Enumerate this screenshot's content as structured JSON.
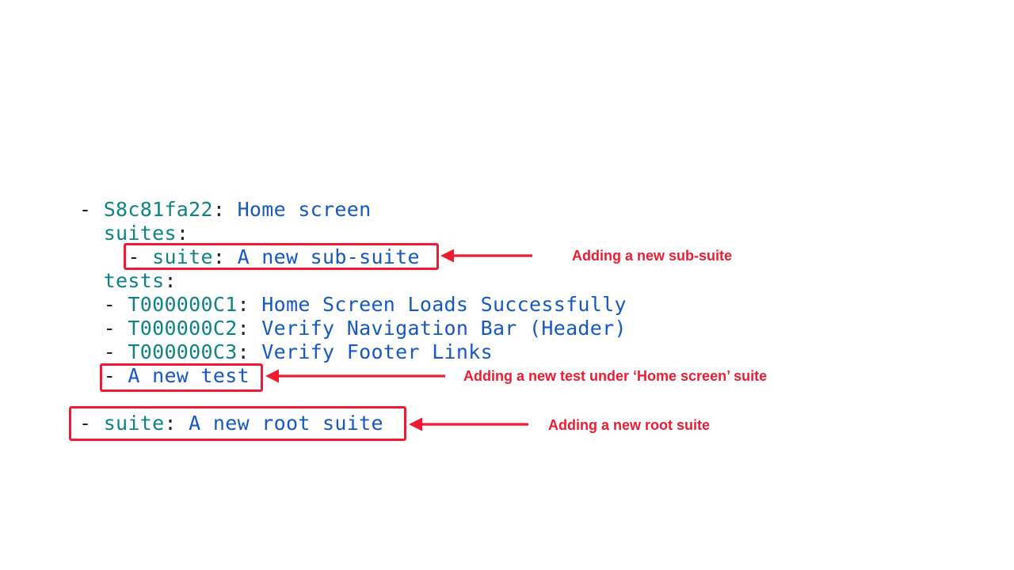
{
  "colors": {
    "background": "#ffffff",
    "key_teal": "#0f8282",
    "value_blue": "#1757c4",
    "punctuation_black": "#1f1f1f",
    "annotation_red": "#f01b33"
  },
  "code": {
    "lines": [
      {
        "indent": "",
        "dash": "- ",
        "key": "S8c81fa22",
        "colon": ": ",
        "value": "Home screen"
      },
      {
        "indent": "  ",
        "dash": "",
        "key": "suites",
        "colon": ":",
        "value": ""
      },
      {
        "indent": "    ",
        "dash": "- ",
        "key": "suite",
        "colon": ": ",
        "value": "A new sub-suite"
      },
      {
        "indent": "  ",
        "dash": "",
        "key": "tests",
        "colon": ":",
        "value": ""
      },
      {
        "indent": "  ",
        "dash": "- ",
        "key": "T000000C1",
        "colon": ": ",
        "value": "Home Screen Loads Successfully"
      },
      {
        "indent": "  ",
        "dash": "- ",
        "key": "T000000C2",
        "colon": ": ",
        "value": "Verify Navigation Bar (Header)"
      },
      {
        "indent": "  ",
        "dash": "- ",
        "key": "T000000C3",
        "colon": ": ",
        "value": "Verify Footer Links"
      },
      {
        "indent": "  ",
        "dash": "- ",
        "key": "",
        "colon": "",
        "value": "A new test"
      },
      {
        "indent": "",
        "dash": "",
        "key": "",
        "colon": "",
        "value": ""
      },
      {
        "indent": "",
        "dash": "- ",
        "key": "suite",
        "colon": ": ",
        "value": "A new root suite"
      }
    ]
  },
  "annotations": [
    {
      "label": "Adding a new sub-suite"
    },
    {
      "label": "Adding a new test under ‘Home screen’ suite"
    },
    {
      "label": "Adding a new root suite"
    }
  ]
}
